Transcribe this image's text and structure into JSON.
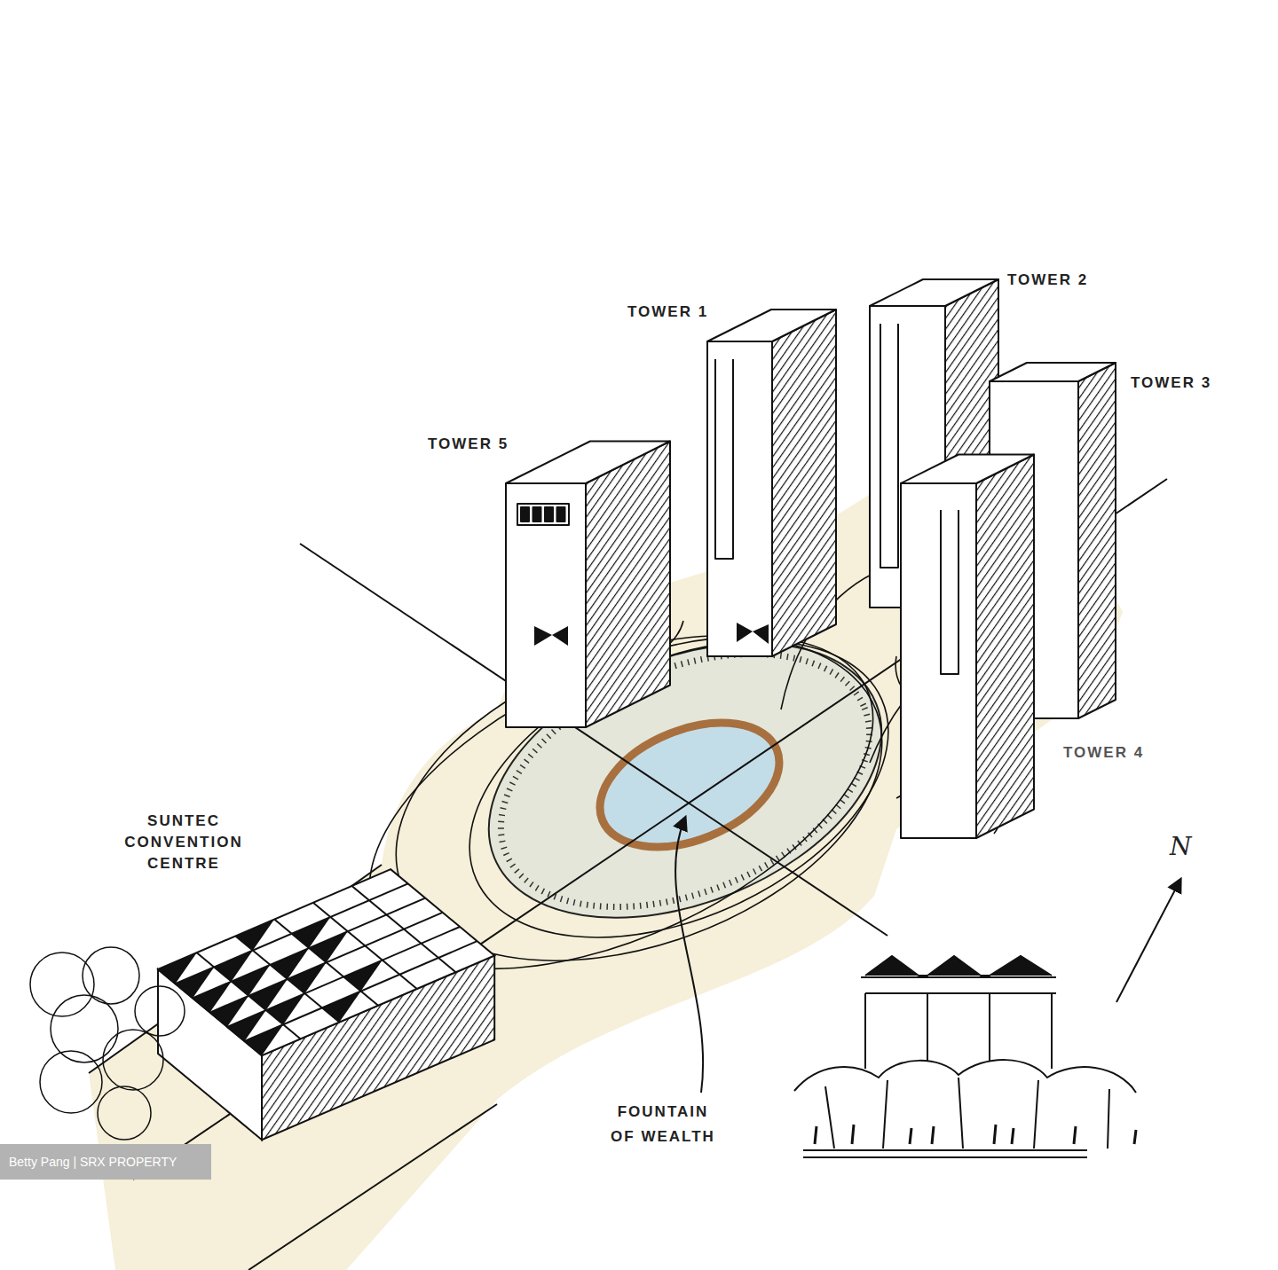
{
  "diagram": {
    "labels": [
      "TOWER 1",
      "TOWER 2",
      "TOWER 3",
      "TOWER 5",
      "TOWER 4",
      "SUNTEC CONVENTION CENTRE",
      "FOUNTAIN OF WEALTH",
      "N",
      "Betty Pang | SRX PROPERTY"
    ]
  }
}
